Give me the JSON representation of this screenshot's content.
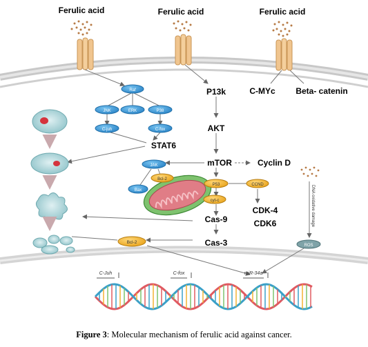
{
  "diagram": {
    "ferulic_labels": [
      "Ferulic acid",
      "Ferulic acid",
      "Ferulic acid"
    ],
    "nodes": {
      "raf": "Raf",
      "jnk": "JNK",
      "erk": "ERK",
      "p38": "P38",
      "cjun": "C-juh",
      "cfox": "C-fox",
      "stat6": "STAT6",
      "p13k": "P13k",
      "akt": "AKT",
      "mtor": "mTOR",
      "cyclin_d": "Cyclin D",
      "cmyc": "C-MYc",
      "beta_catenin": "Beta- catenin",
      "jak": "JAK",
      "bcl2_top": "Bcl-2",
      "bax": "Bax",
      "p53": "P53",
      "cytc": "cyt-c",
      "ccnd": "CCND",
      "cas9": "Cas-9",
      "cas3": "Cas-3",
      "cdk4": "CDK-4",
      "cdk6": "CDK6",
      "bcl2_bottom": "Bcl-2",
      "ros": "ROS",
      "dna_damage": "DNA oxidative damage"
    },
    "gene_labels": [
      "C-Juh",
      "C-fox",
      "miR-34a"
    ],
    "colors": {
      "blue_node": "#3a9ad9",
      "orange_node": "#f2b233",
      "ros_node": "#7fa3a8",
      "cell": "#a9d2d6",
      "mitochondria_outer": "#7ec26e",
      "mitochondria_inner": "#e07d86"
    }
  },
  "caption": {
    "label": "Figure 3",
    "text": ": Molecular mechanism of ferulic acid against cancer."
  }
}
